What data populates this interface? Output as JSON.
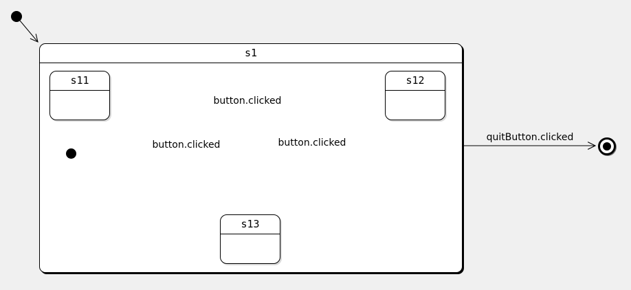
{
  "colors": {
    "background": "#f0f0f0",
    "state_fill": "#ffffff",
    "line": "#000000"
  },
  "states": {
    "s1": {
      "label": "s1"
    },
    "s11": {
      "label": "s11"
    },
    "s12": {
      "label": "s12"
    },
    "s13": {
      "label": "s13"
    }
  },
  "pseudostates": {
    "initial_outer": {
      "kind": "initial-state"
    },
    "initial_inner": {
      "kind": "initial-state"
    },
    "final": {
      "kind": "final-state"
    }
  },
  "transitions": {
    "s11_to_s12": {
      "label": "button.clicked"
    },
    "s12_to_s13": {
      "label": "button.clicked"
    },
    "s13_to_s11": {
      "label": "button.clicked"
    },
    "s1_to_final": {
      "label": "quitButton.clicked"
    }
  }
}
